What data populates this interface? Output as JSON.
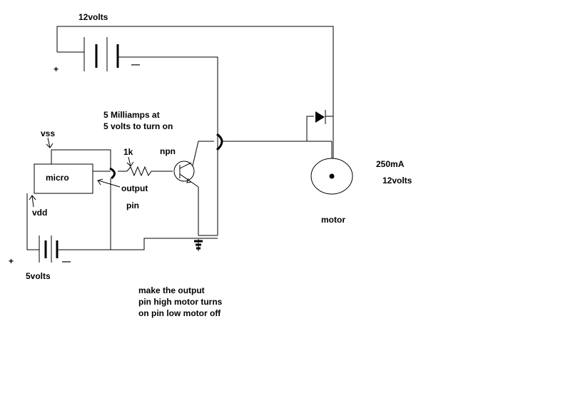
{
  "labels": {
    "battery_12v": "12volts",
    "battery_12v_plus": "+",
    "battery_12v_minus": "—",
    "note_line1": "5 Milliamps at",
    "note_line2": "5 volts to turn on",
    "vss": "vss",
    "micro": "micro",
    "resistor": "1k",
    "npn": "npn",
    "output": "output",
    "pin": "pin",
    "vdd": "vdd",
    "battery_5v_plus": "+",
    "battery_5v_minus": "—",
    "battery_5v": "5volts",
    "motor_current": "250mA",
    "motor_voltage": "12volts",
    "motor": "motor",
    "caption_line1": "make the output",
    "caption_line2": "pin high motor turns",
    "caption_line3": "on pin low motor off"
  }
}
